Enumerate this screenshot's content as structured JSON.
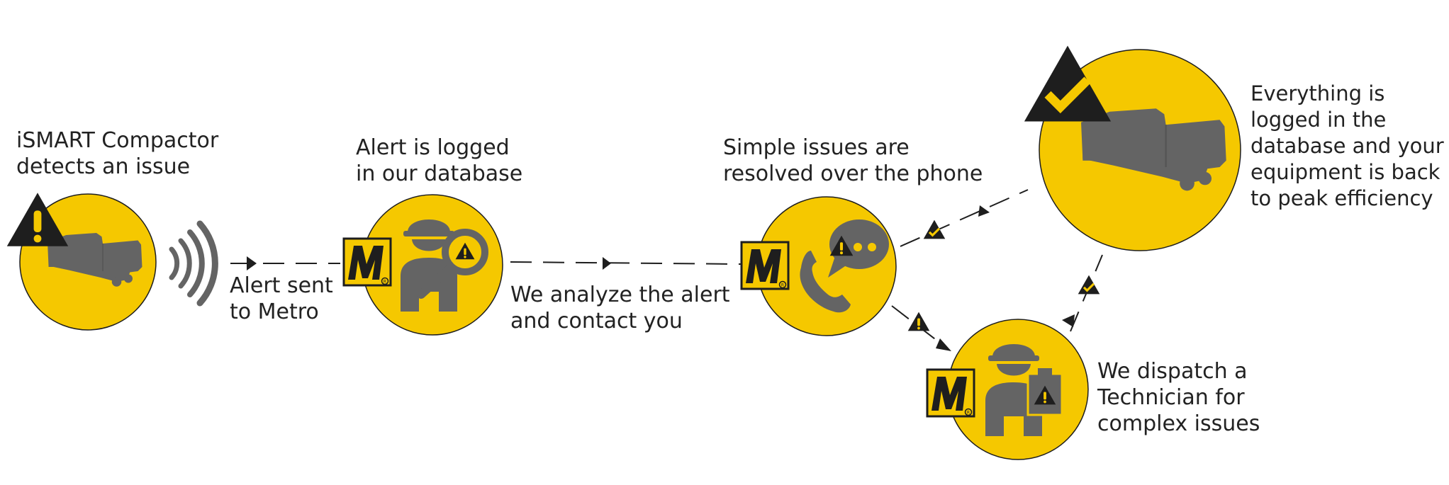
{
  "colors": {
    "yellow": "#F5C800",
    "gray": "#646464",
    "dark": "#1e1e1e",
    "text": "#222222"
  },
  "steps": [
    {
      "id": "detect",
      "lines": [
        "iSMART Compactor",
        "detects an issue"
      ],
      "icon": "compactor-warning-icon"
    },
    {
      "id": "log",
      "lines": [
        "Alert is logged",
        "in our database"
      ],
      "icon": "technician-search-icon"
    },
    {
      "id": "phone",
      "lines": [
        "Simple issues are",
        "resolved over the phone"
      ],
      "icon": "phone-chat-icon"
    },
    {
      "id": "dispatch",
      "lines": [
        "We dispatch a",
        "Technician for",
        "complex issues"
      ],
      "icon": "technician-dispatch-icon"
    },
    {
      "id": "done",
      "lines": [
        "Everything is",
        "logged in the",
        "database and your",
        "equipment is back",
        "to peak efficiency"
      ],
      "icon": "compactor-check-icon"
    }
  ],
  "connectors": [
    {
      "id": "sent",
      "lines": [
        "Alert sent",
        "to Metro"
      ]
    },
    {
      "id": "analyze",
      "lines": [
        "We analyze the alert",
        "and contact you"
      ]
    }
  ],
  "brand": {
    "logo_letter": "M",
    "registered_mark": "®"
  }
}
